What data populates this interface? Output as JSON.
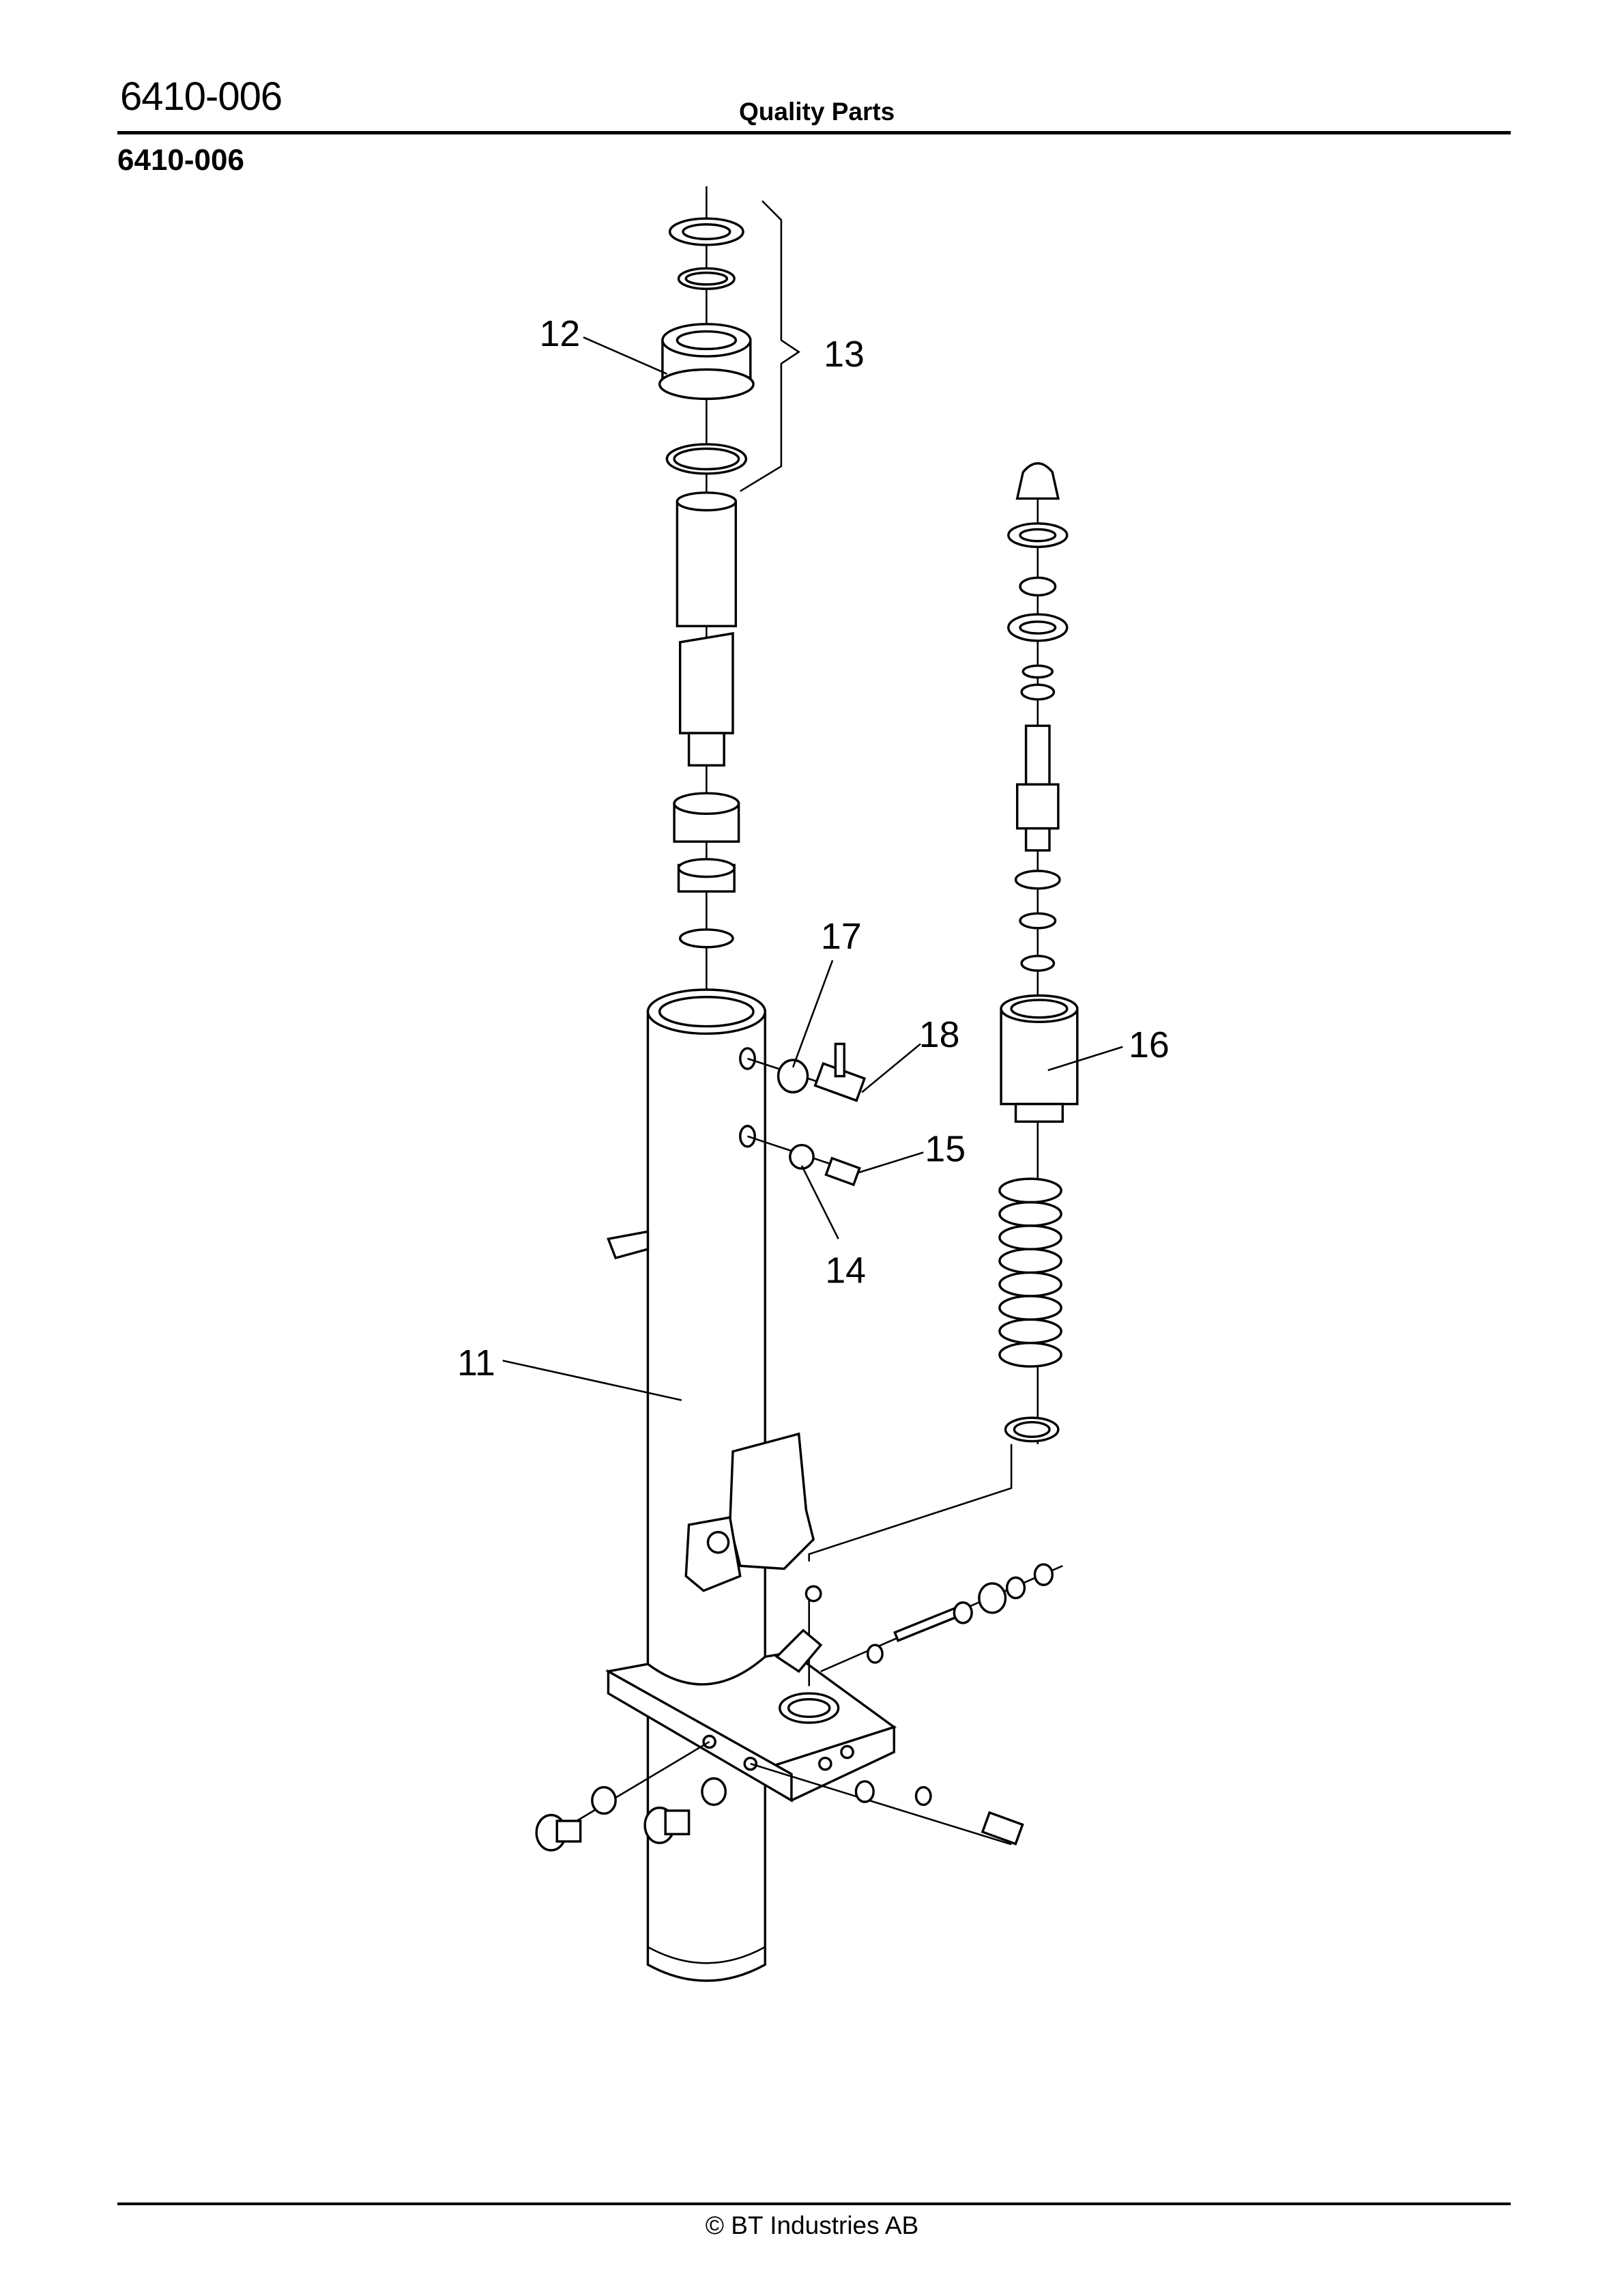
{
  "header": {
    "code": "6410-006",
    "title": "Quality Parts"
  },
  "section_code": "6410-006",
  "callouts": {
    "c11": "11",
    "c12": "12",
    "c13": "13",
    "c14": "14",
    "c15": "15",
    "c16": "16",
    "c17": "17",
    "c18": "18"
  },
  "footer": {
    "copyright": "© BT Industries AB"
  }
}
